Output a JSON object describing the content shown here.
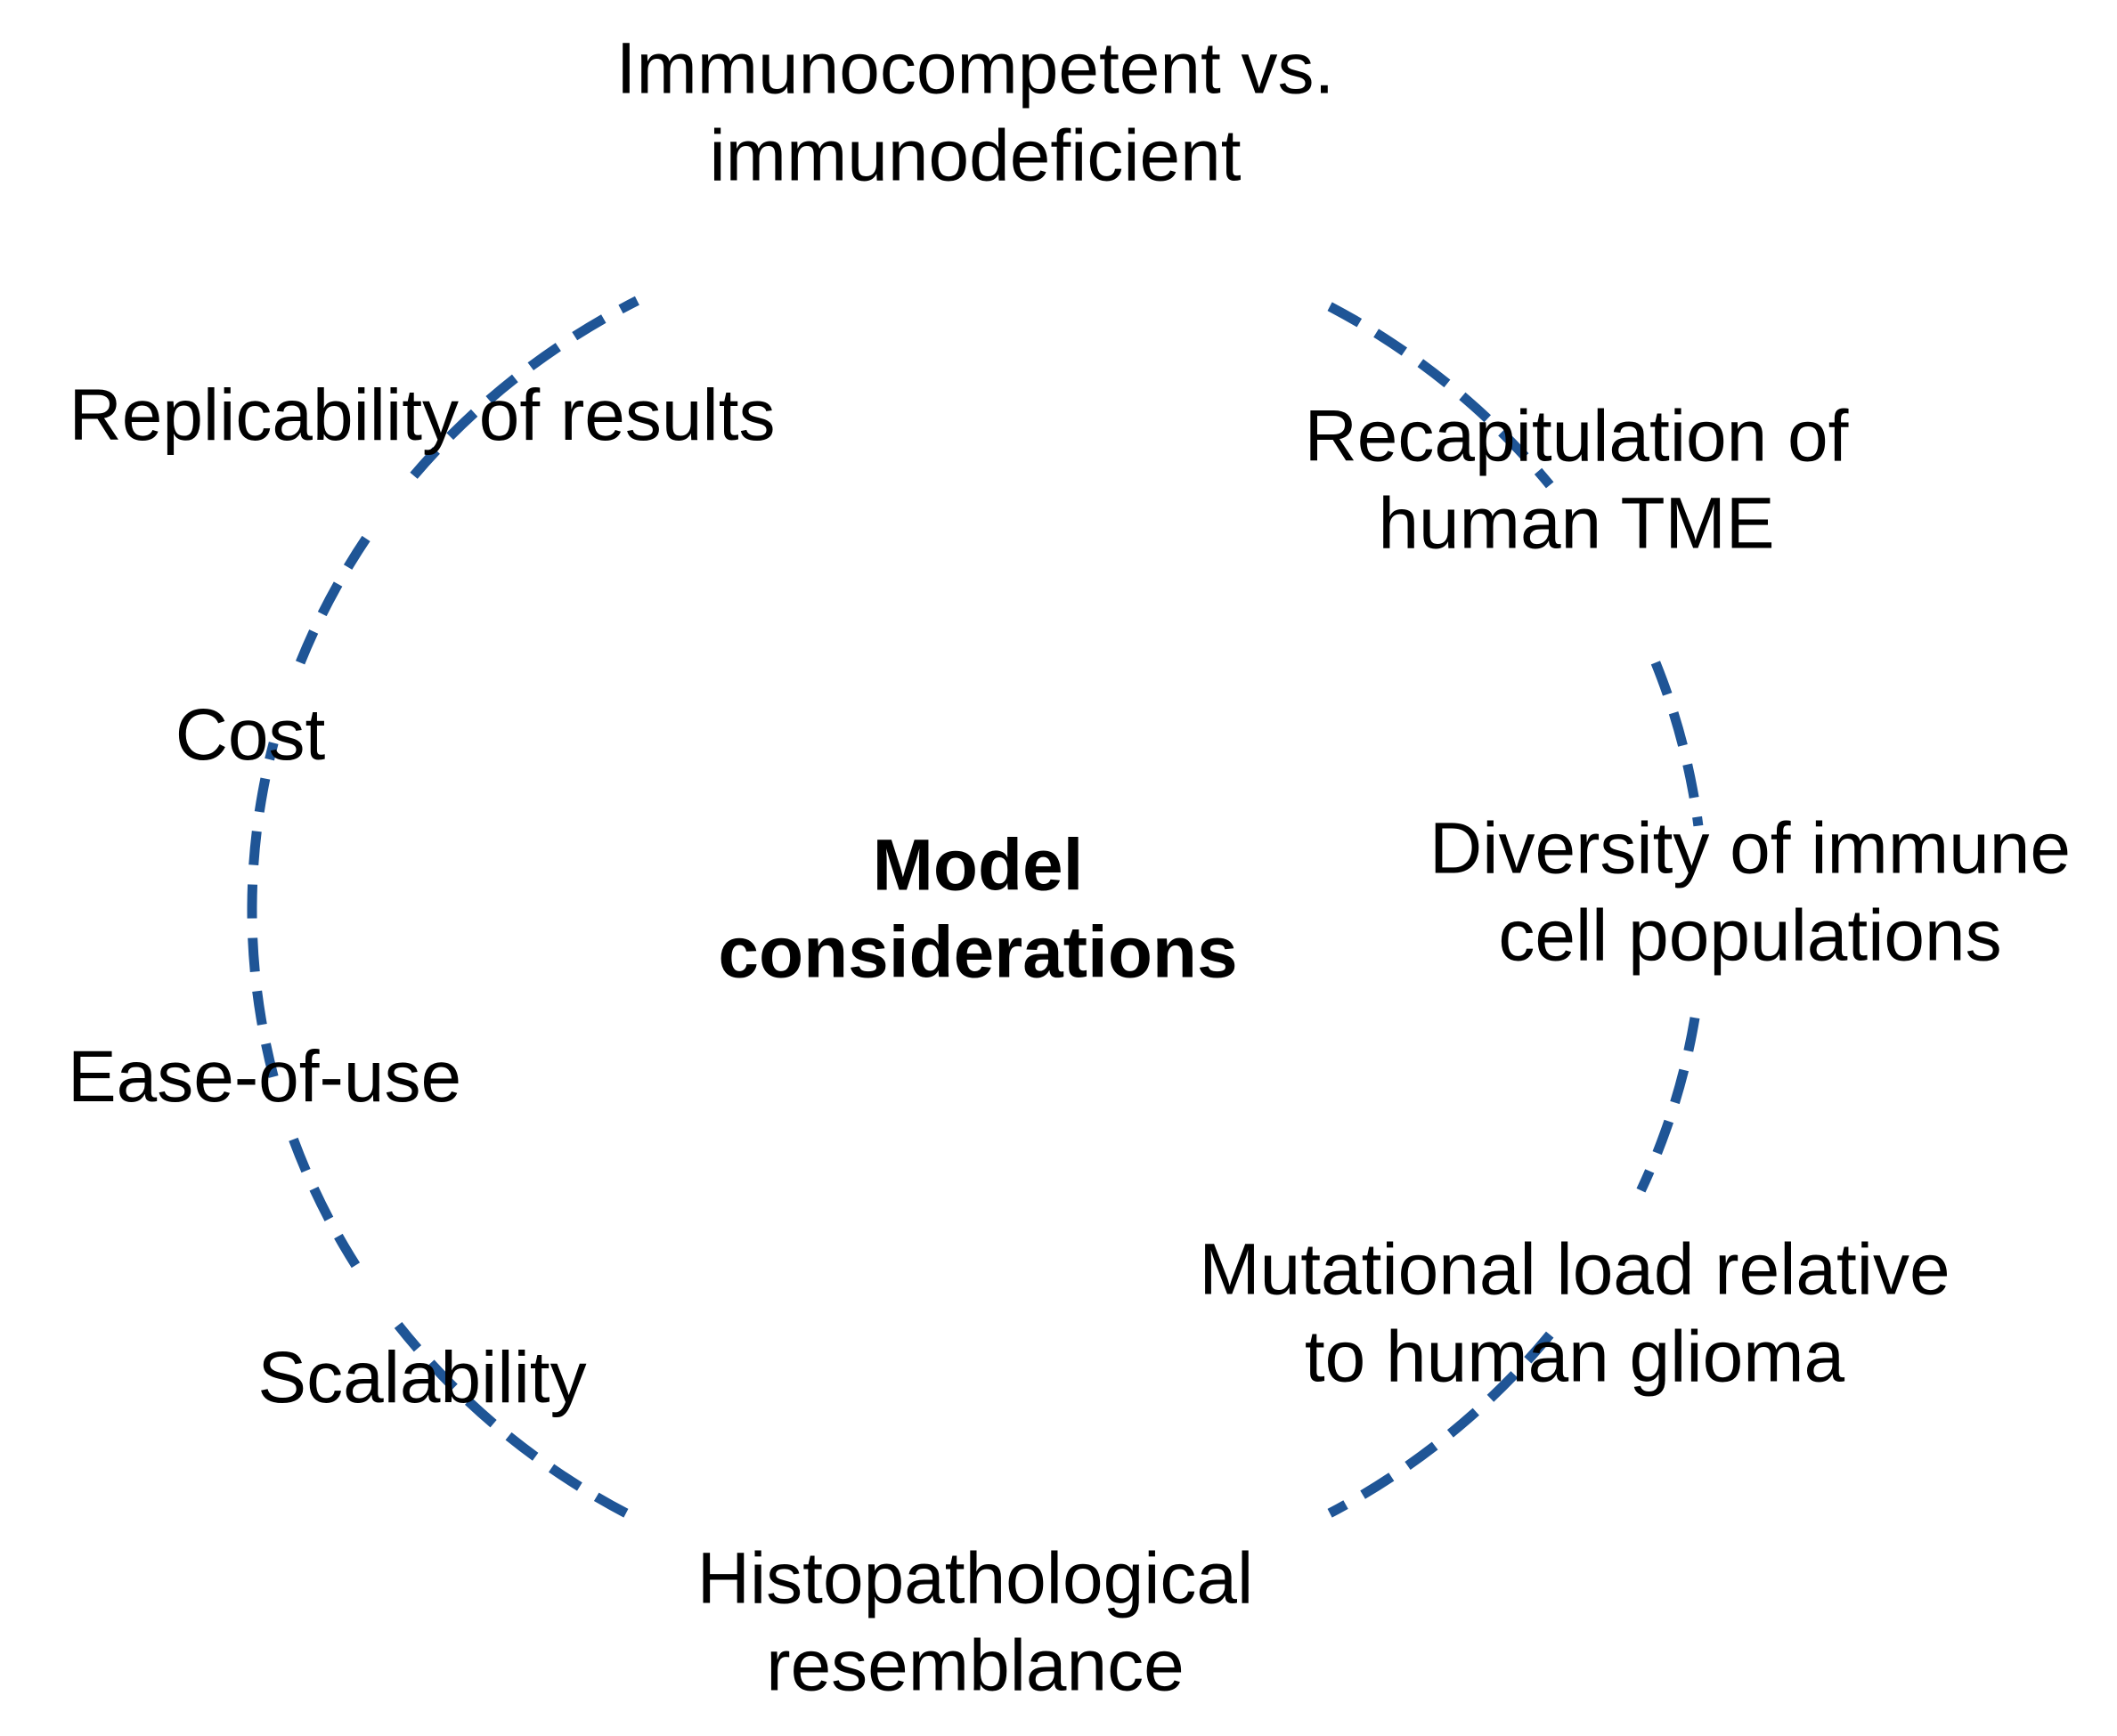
{
  "center_title": {
    "line1": "Model",
    "line2": "considerations"
  },
  "considerations": [
    {
      "lines": [
        "Immunocompetent vs.",
        "immunodeficient"
      ]
    },
    {
      "lines": [
        "Recapitulation of",
        "human TME"
      ]
    },
    {
      "lines": [
        "Diversity of immune",
        "cell populations"
      ]
    },
    {
      "lines": [
        "Mutational load relative",
        "to human glioma"
      ]
    },
    {
      "lines": [
        "Histopathological",
        "resemblance"
      ]
    },
    {
      "lines": [
        "Scalability"
      ]
    },
    {
      "lines": [
        "Ease-of-use"
      ]
    },
    {
      "lines": [
        "Cost"
      ]
    },
    {
      "lines": [
        "Replicability of results"
      ]
    }
  ],
  "colors": {
    "ring": "#1f5596",
    "text": "#000000"
  }
}
